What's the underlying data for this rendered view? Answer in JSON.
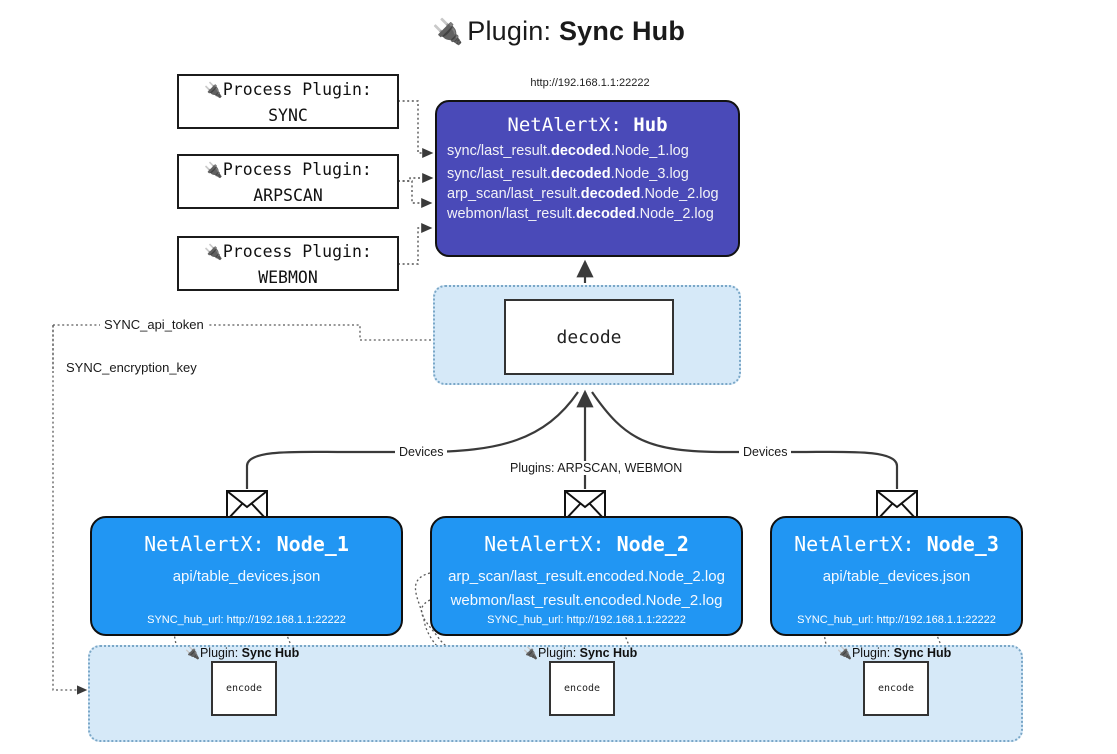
{
  "title": {
    "plug_icon": "plug-icon",
    "prefix": "Plugin:",
    "name": "Sync Hub"
  },
  "hub": {
    "url": "http://192.168.1.1:22222",
    "header_prefix": "NetAlertX:",
    "header_name": "Hub",
    "logs": [
      {
        "pre": "sync/last_result.",
        "mid": "decoded",
        "post": ".Node_1.log"
      },
      {
        "pre": "sync/last_result.",
        "mid": "decoded",
        "post": ".Node_3.log"
      },
      {
        "pre": "arp_scan/last_result.",
        "mid": "decoded",
        "post": ".Node_2.log"
      },
      {
        "pre": "webmon/last_result.",
        "mid": "decoded",
        "post": ".Node_2.log"
      }
    ]
  },
  "process_plugins": [
    {
      "icon": "plug-icon",
      "line1": "Process Plugin:",
      "line2": "SYNC"
    },
    {
      "icon": "plug-icon",
      "line1": "Process Plugin:",
      "line2": "ARPSCAN"
    },
    {
      "icon": "plug-icon",
      "line1": "Process Plugin:",
      "line2": "WEBMON"
    }
  ],
  "decode": {
    "label": "decode"
  },
  "secrets": [
    {
      "label": "SYNC_api_token"
    },
    {
      "label": "SYNC_encryption_key"
    }
  ],
  "edge_labels": {
    "left_devices": "Devices",
    "center_plugins": "Plugins: ARPSCAN, WEBMON",
    "right_devices": "Devices"
  },
  "nodes": [
    {
      "header_prefix": "NetAlertX:",
      "header_name": "Node_1",
      "paths": [
        "api/table_devices.json"
      ],
      "hub_url": "SYNC_hub_url: http://192.168.1.1:22222",
      "envelope_icon": "envelope-icon"
    },
    {
      "header_prefix": "NetAlertX:",
      "header_name": "Node_2",
      "paths": [
        "arp_scan/last_result.encoded.Node_2.log",
        "webmon/last_result.encoded.Node_2.log"
      ],
      "hub_url": "SYNC_hub_url: http://192.168.1.1:22222",
      "envelope_icon": "envelope-icon"
    },
    {
      "header_prefix": "NetAlertX:",
      "header_name": "Node_3",
      "paths": [
        "api/table_devices.json"
      ],
      "hub_url": "SYNC_hub_url: http://192.168.1.1:22222",
      "envelope_icon": "envelope-icon"
    }
  ],
  "encoders": [
    {
      "plugin_prefix": "Plugin:",
      "plugin_name": "Sync Hub",
      "label": "encode"
    },
    {
      "plugin_prefix": "Plugin:",
      "plugin_name": "Sync Hub",
      "label": "encode"
    },
    {
      "plugin_prefix": "Plugin:",
      "plugin_name": "Sync Hub",
      "label": "encode"
    }
  ],
  "colors": {
    "hub_fill": "#4a4ab8",
    "node_fill": "#2196f3",
    "container_fill": "#d6e9f8",
    "container_border": "#7aa7c7",
    "line": "#3a3a3a"
  }
}
